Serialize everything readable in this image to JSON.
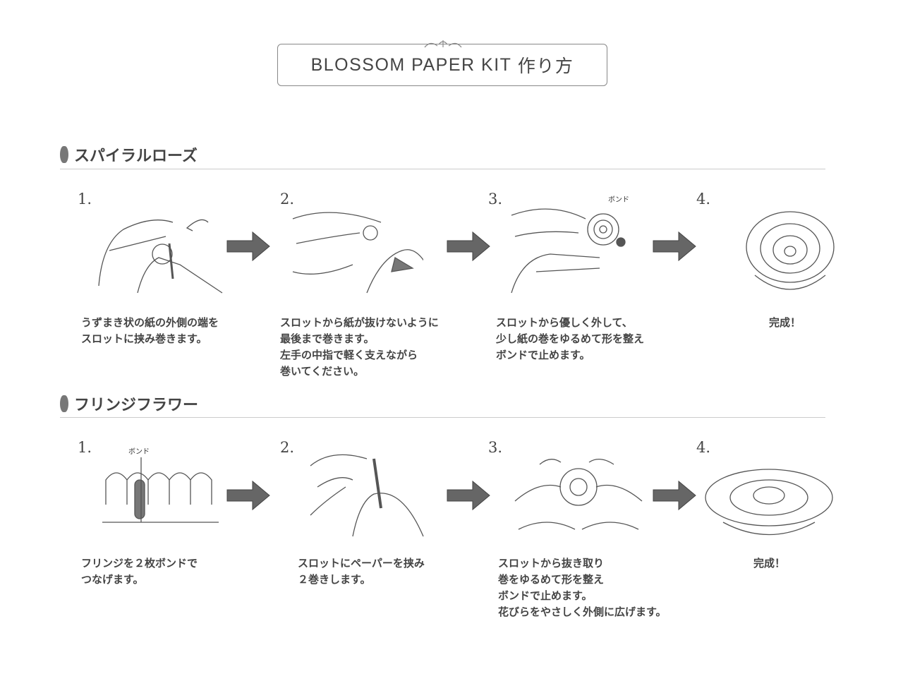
{
  "title": {
    "main": "BLOSSOM PAPER KIT",
    "suffix": "作り方"
  },
  "sections": [
    {
      "heading": "スパイラルローズ",
      "steps": [
        {
          "num": "1.",
          "caption": "うずまき状の紙の外側の端を\nスロットに挟み巻きます。"
        },
        {
          "num": "2.",
          "caption": "スロットから紙が抜けないように\n最後まで巻きます。\n左手の中指で軽く支えながら\n巻いてください。"
        },
        {
          "num": "3.",
          "caption": "スロットから優しく外して、\n少し紙の巻をゆるめて形を整え\nボンドで止めます。",
          "label": "ボンド"
        },
        {
          "num": "4.",
          "caption": "完成！"
        }
      ]
    },
    {
      "heading": "フリンジフラワー",
      "steps": [
        {
          "num": "1.",
          "caption": "フリンジを２枚ボンドで\nつなげます。",
          "label": "ボンド"
        },
        {
          "num": "2.",
          "caption": "スロットにペーパーを挟み\n２巻きします。"
        },
        {
          "num": "3.",
          "caption": "スロットから抜き取り\n巻をゆるめて形を整え\nボンドで止めます。\n花びらをやさしく外側に広げます。"
        },
        {
          "num": "4.",
          "caption": "完成！"
        }
      ]
    }
  ]
}
